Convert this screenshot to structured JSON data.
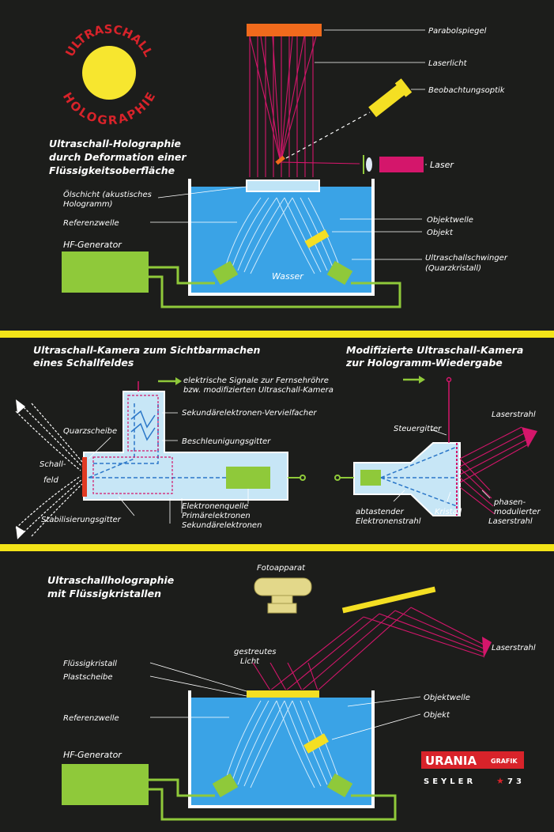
{
  "colors": {
    "background": "#1c1d1b",
    "divider": "#f3e418",
    "water": "#3aa3e6",
    "laser": "#d4166b",
    "generator": "#8fc93a",
    "sun": "#f7e62f",
    "logo_ring": "#d8232a"
  },
  "logo": {
    "ring_text_top": "ULTRASCHALL",
    "ring_text_bottom": "HOLOGRAPHIE"
  },
  "section1": {
    "title_lines": [
      "Ultraschall-Holographie",
      "durch Deformation einer",
      "Flüssigkeitsoberfläche"
    ],
    "labels": {
      "parabolspiegel": "Parabolspiegel",
      "laserlicht": "Laserlicht",
      "beobachtungsoptik": "Beobachtungsoptik",
      "laser": "Laser",
      "oelschicht_1": "Ölschicht (akustisches",
      "oelschicht_2": "Hologramm)",
      "referenzwelle": "Referenzwelle",
      "objektwelle": "Objektwelle",
      "objekt": "Objekt",
      "hf_generator": "HF-Generator",
      "wasser": "Wasser",
      "schwinger_1": "Ultraschallschwinger",
      "schwinger_2": "(Quarzkristall)"
    }
  },
  "section2": {
    "title_left_lines": [
      "Ultraschall-Kamera zum Sichtbarmachen",
      "eines Schallfeldes"
    ],
    "title_right_lines": [
      "Modifizierte Ultraschall-Kamera",
      "zur Hologramm-Wiedergabe"
    ],
    "labels": {
      "signale_1": "elektrische Signale zur Fernsehröhre",
      "signale_2": "bzw. modifizierten Ultraschall-Kamera",
      "sekundaer_vervielfacher": "Sekundärelektronen-Vervielfacher",
      "quarzscheibe": "Quarzscheibe",
      "beschleunigungsgitter": "Beschleunigungsgitter",
      "schallfeld_1": "Schall-",
      "schallfeld_2": "feld",
      "elektronenquelle": "Elektronenquelle",
      "primaerelektronen": "Primärelektronen",
      "sekundaerelektronen": "Sekundärelektronen",
      "stabilisierungsgitter": "Stabilisierungsgitter",
      "steuergitter": "Steuergitter",
      "laserstrahl": "Laserstrahl",
      "abtastender_1": "abtastender",
      "abtastender_2": "Elektronenstrahl",
      "kristall": "Kristall",
      "phasen_1": "phasen-",
      "phasen_2": "modulierter",
      "phasen_3": "Laserstrahl"
    }
  },
  "section3": {
    "title_lines": [
      "Ultraschallholographie",
      "mit Flüssigkristallen"
    ],
    "labels": {
      "fotoapparat": "Fotoapparat",
      "gestreutes_1": "gestreutes",
      "gestreutes_2": "Licht",
      "fluessigkristall": "Flüssigkristall",
      "plastscheibe": "Plastscheibe",
      "laserstrahl": "Laserstrahl",
      "objektwelle": "Objektwelle",
      "objekt": "Objekt",
      "referenzwelle": "Referenzwelle",
      "hf_generator": "HF-Generator"
    }
  },
  "publisher": {
    "brand_main": "URANIA",
    "brand_sub": "GRAFIK",
    "artist": "SEYLER",
    "year": "73"
  }
}
